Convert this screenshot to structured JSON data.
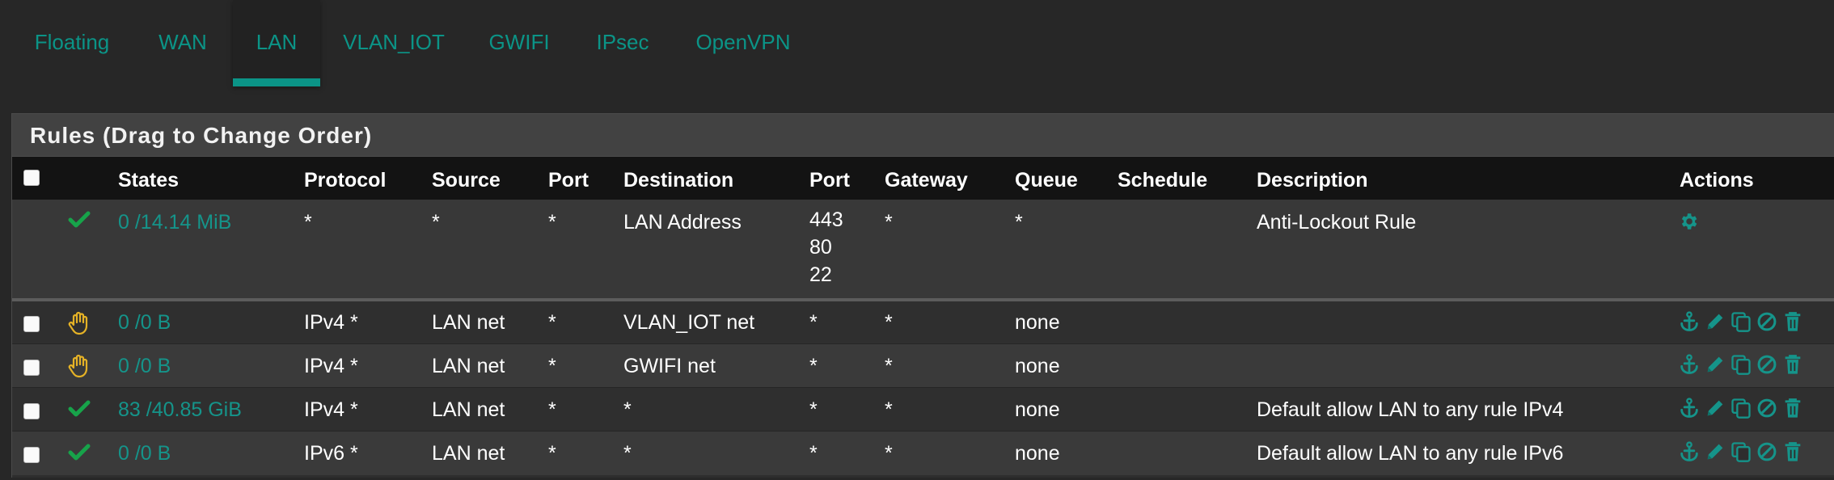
{
  "tabs": [
    {
      "label": "Floating",
      "active": false
    },
    {
      "label": "WAN",
      "active": false
    },
    {
      "label": "LAN",
      "active": true
    },
    {
      "label": "VLAN_IOT",
      "active": false
    },
    {
      "label": "GWIFI",
      "active": false
    },
    {
      "label": "IPsec",
      "active": false
    },
    {
      "label": "OpenVPN",
      "active": false
    }
  ],
  "panel": {
    "title": "Rules (Drag to Change Order)"
  },
  "table": {
    "headers": {
      "states": "States",
      "protocol": "Protocol",
      "source": "Source",
      "port": "Port",
      "destination": "Destination",
      "dest_port": "Port",
      "gateway": "Gateway",
      "queue": "Queue",
      "schedule": "Schedule",
      "description": "Description",
      "actions": "Actions"
    },
    "anti_lockout": {
      "status_icon": "check-icon",
      "states": "0 /14.14 MiB",
      "protocol": "*",
      "source": "*",
      "port": "*",
      "destination": "LAN Address",
      "dest_ports": [
        "443",
        "80",
        "22"
      ],
      "gateway": "*",
      "queue": "*",
      "schedule": "",
      "description": "Anti-Lockout Rule",
      "action_icon": "gear-icon"
    },
    "rows": [
      {
        "status_icon": "hand-block-icon",
        "states": "0 /0 B",
        "protocol": "IPv4 *",
        "source": "LAN net",
        "port": "*",
        "destination": "VLAN_IOT net",
        "dest_port": "*",
        "gateway": "*",
        "queue": "none",
        "schedule": "",
        "description": ""
      },
      {
        "status_icon": "hand-block-icon",
        "states": "0 /0 B",
        "protocol": "IPv4 *",
        "source": "LAN net",
        "port": "*",
        "destination": "GWIFI net",
        "dest_port": "*",
        "gateway": "*",
        "queue": "none",
        "schedule": "",
        "description": ""
      },
      {
        "status_icon": "check-icon",
        "states": "83 /40.85 GiB",
        "protocol": "IPv4 *",
        "source": "LAN net",
        "port": "*",
        "destination": "*",
        "dest_port": "*",
        "gateway": "*",
        "queue": "none",
        "schedule": "",
        "description": "Default allow LAN to any rule IPv4"
      },
      {
        "status_icon": "check-icon",
        "states": "0 /0 B",
        "protocol": "IPv6 *",
        "source": "LAN net",
        "port": "*",
        "destination": "*",
        "dest_port": "*",
        "gateway": "*",
        "queue": "none",
        "schedule": "",
        "description": "Default allow LAN to any rule IPv6"
      }
    ],
    "row_action_icons": [
      "anchor-icon",
      "pencil-icon",
      "copy-icon",
      "disable-icon",
      "trash-icon"
    ]
  },
  "colors": {
    "accent": "#0b9487",
    "pass": "#17a34a",
    "block": "#e5b226",
    "background": "#272727",
    "header_bg": "#131313"
  }
}
